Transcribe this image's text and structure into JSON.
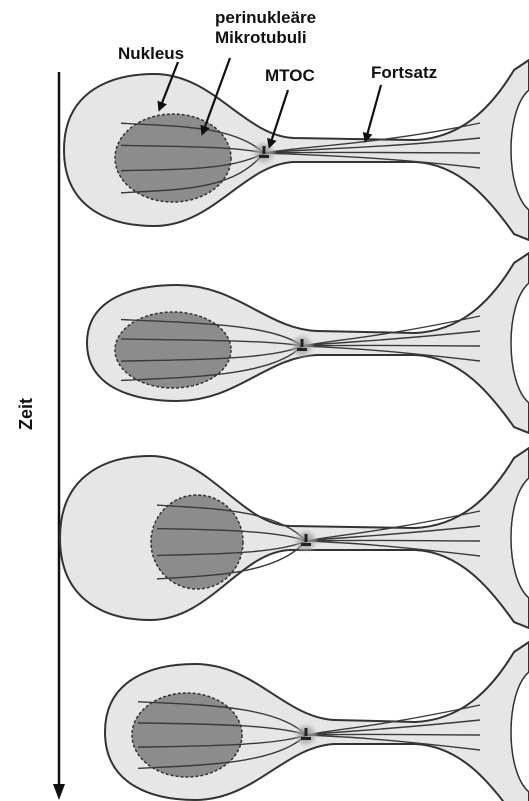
{
  "labels": {
    "nucleus": "Nukleus",
    "microtubules": [
      "perinukleäre",
      "Mikrotubuli"
    ],
    "mtoc": "MTOC",
    "process": "Fortsatz",
    "time": "Zeit"
  },
  "colors": {
    "cell_fill": "#e6e6e6",
    "outline": "#333333",
    "nucleus_fill": "#8c8c8c",
    "mtoc_glow": "#9a9a9a",
    "text": "#111111"
  },
  "panel_count": 4
}
